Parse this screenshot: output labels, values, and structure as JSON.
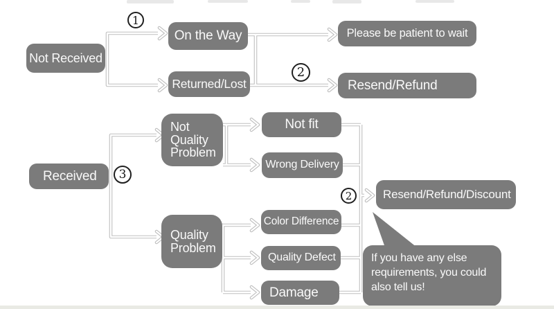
{
  "nodes": {
    "not_received": "Not Received",
    "on_the_way": "On the Way",
    "returned_lost": "Returned/Lost",
    "please_wait": "Please be patient to wait",
    "resend_refund": "Resend/Refund",
    "received": "Received",
    "not_quality_problem": "Not Quality Problem",
    "quality_problem": "Quality Problem",
    "not_fit": "Not fit",
    "wrong_delivery": "Wrong Delivery",
    "color_difference": "Color Difference",
    "quality_defect": "Quality Defect",
    "damage": "Damage",
    "resend_refund_discount": "Resend/Refund/Discount"
  },
  "badges": {
    "step1": "1",
    "step2_top": "2",
    "step3": "3",
    "step2_bottom": "2"
  },
  "speech_bubble": {
    "text": "If you have any else requirements, you could also tell us!"
  },
  "colors": {
    "node_fill": "#7b7b7b",
    "node_text": "#f9f9f9",
    "connector": "#bfbfbf",
    "badge_border": "#1f1f1f"
  }
}
